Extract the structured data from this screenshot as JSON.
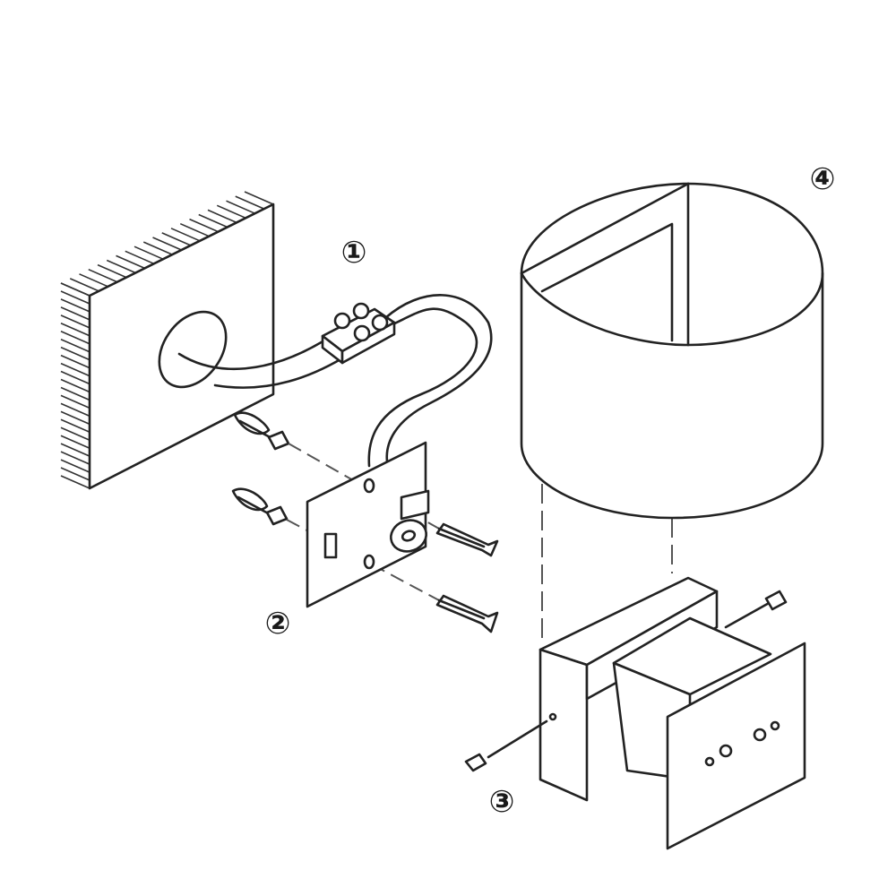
{
  "steps": [
    {
      "label": "①"
    },
    {
      "label": "②"
    },
    {
      "label": "③"
    },
    {
      "label": "④"
    }
  ],
  "colors": {
    "line": "#222222",
    "background": "#ffffff"
  }
}
